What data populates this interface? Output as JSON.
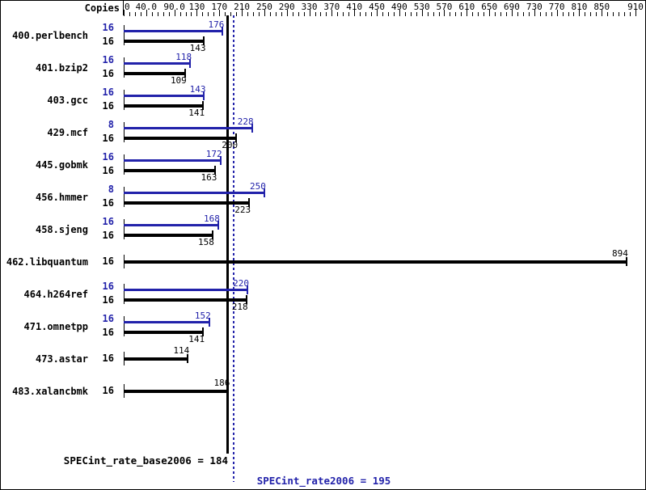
{
  "header": {
    "copies_label": "Copies"
  },
  "axis": {
    "min": 0,
    "max": 910,
    "tick_labels": [
      "0",
      "40.0",
      "90.0",
      "130",
      "170",
      "210",
      "250",
      "290",
      "330",
      "370",
      "410",
      "450",
      "490",
      "530",
      "570",
      "610",
      "650",
      "690",
      "730",
      "770",
      "810",
      "850",
      "910"
    ],
    "tick_values": [
      0,
      40,
      90,
      130,
      170,
      210,
      250,
      290,
      330,
      370,
      410,
      450,
      490,
      530,
      570,
      610,
      650,
      690,
      730,
      770,
      810,
      850,
      910
    ],
    "minor_step": 10
  },
  "reference_lines": {
    "base_value": 184,
    "base_color": "#000000",
    "peak_value": 195,
    "peak_color": "#2222aa"
  },
  "footer": {
    "base_result": "SPECint_rate_base2006 = 184",
    "peak_result": "SPECint_rate2006 = 195"
  },
  "chart_data": {
    "type": "bar",
    "title": "",
    "xlabel": "",
    "ylabel": "",
    "xlim": [
      0,
      910
    ],
    "grid": false,
    "legend": "none",
    "orientation": "horizontal",
    "categories": [
      "400.perlbench",
      "401.bzip2",
      "403.gcc",
      "429.mcf",
      "445.gobmk",
      "456.hmmer",
      "458.sjeng",
      "462.libquantum",
      "464.h264ref",
      "471.omnetpp",
      "473.astar",
      "483.xalancbmk"
    ],
    "series": [
      {
        "name": "peak",
        "color": "#2222aa",
        "values": [
          176,
          118,
          143,
          228,
          172,
          250,
          168,
          null,
          220,
          152,
          null,
          null
        ],
        "copies": [
          "16",
          "16",
          "16",
          "8",
          "16",
          "8",
          "16",
          null,
          "16",
          "16",
          null,
          null
        ]
      },
      {
        "name": "base",
        "color": "#000000",
        "values": [
          143,
          109,
          141,
          200,
          163,
          223,
          158,
          894,
          218,
          141,
          114,
          186
        ],
        "copies": [
          "16",
          "16",
          "16",
          "16",
          "16",
          "16",
          "16",
          "16",
          "16",
          "16",
          "16",
          "16"
        ]
      }
    ],
    "rows": [
      {
        "name": "400.perlbench",
        "peak": {
          "copies": "16",
          "value": 176
        },
        "base": {
          "copies": "16",
          "value": 143
        }
      },
      {
        "name": "401.bzip2",
        "peak": {
          "copies": "16",
          "value": 118
        },
        "base": {
          "copies": "16",
          "value": 109
        }
      },
      {
        "name": "403.gcc",
        "peak": {
          "copies": "16",
          "value": 143
        },
        "base": {
          "copies": "16",
          "value": 141
        }
      },
      {
        "name": "429.mcf",
        "peak": {
          "copies": "8",
          "value": 228
        },
        "base": {
          "copies": "16",
          "value": 200
        }
      },
      {
        "name": "445.gobmk",
        "peak": {
          "copies": "16",
          "value": 172
        },
        "base": {
          "copies": "16",
          "value": 163
        }
      },
      {
        "name": "456.hmmer",
        "peak": {
          "copies": "8",
          "value": 250
        },
        "base": {
          "copies": "16",
          "value": 223
        }
      },
      {
        "name": "458.sjeng",
        "peak": {
          "copies": "16",
          "value": 168
        },
        "base": {
          "copies": "16",
          "value": 158
        }
      },
      {
        "name": "462.libquantum",
        "peak": null,
        "base": {
          "copies": "16",
          "value": 894
        }
      },
      {
        "name": "464.h264ref",
        "peak": {
          "copies": "16",
          "value": 220
        },
        "base": {
          "copies": "16",
          "value": 218
        }
      },
      {
        "name": "471.omnetpp",
        "peak": {
          "copies": "16",
          "value": 152
        },
        "base": {
          "copies": "16",
          "value": 141
        }
      },
      {
        "name": "473.astar",
        "peak": null,
        "base": {
          "copies": "16",
          "value": 114
        }
      },
      {
        "name": "483.xalancbmk",
        "peak": null,
        "base": {
          "copies": "16",
          "value": 186
        }
      }
    ]
  }
}
